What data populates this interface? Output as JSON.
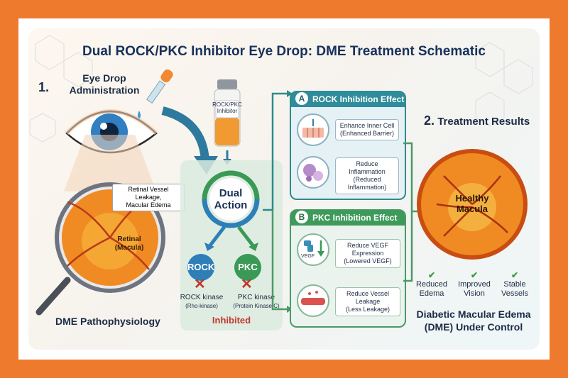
{
  "title": "Dual ROCK/PKC Inhibitor Eye Drop: DME Treatment Schematic",
  "step1": {
    "number": "1.",
    "label_line1": "Eye Drop",
    "label_line2": "Administration"
  },
  "pathophysiology": {
    "callout_line1": "Retinal Vessel Leakage,",
    "callout_line2": "Macular Edema",
    "retina_line1": "Retinal",
    "retina_line2": "(Macula)",
    "footer": "DME Pathophysiology"
  },
  "vial": {
    "line1": "ROCK/PKC",
    "line2": "Inhibitor"
  },
  "dual_action": {
    "line1": "Dual",
    "line2": "Action"
  },
  "rock": {
    "badge": "ROCK",
    "name": "ROCK kinase",
    "sub": "(Rho-kinase)"
  },
  "pkc": {
    "badge": "PKC",
    "name": "PKC kinase",
    "sub": "(Protein Kinase C)"
  },
  "inhibited_label": "Inhibited",
  "panel_a": {
    "letter": "A",
    "title": "ROCK Inhibition Effect",
    "effect1_line1": "Enhance Inner Cell",
    "effect1_line2": "(Enhanced Barrier)",
    "effect2_line1": "Reduce Inflammation",
    "effect2_line2": "(Reduced",
    "effect2_line3": "Inflammation)"
  },
  "panel_b": {
    "letter": "B",
    "title": "PKC Inhibition Effect",
    "vegf_label": "VEGF",
    "effect1_line1": "Reduce VEGF Expression",
    "effect1_line2": "(Lowered VEGF)",
    "effect2_line1": "Reduce Vessel Leakage",
    "effect2_line2": "(Less Leakage)"
  },
  "step2": {
    "number": "2.",
    "label": "Treatment Results"
  },
  "healthy": {
    "line1": "Healthy",
    "line2": "Macula"
  },
  "results": [
    {
      "line1": "Reduced",
      "line2": "Edema"
    },
    {
      "line1": "Improved",
      "line2": "Vision"
    },
    {
      "line1": "Stable",
      "line2": "Vessels"
    }
  ],
  "conclusion": {
    "line1": "Diabetic Macular Edema",
    "line2": "(DME) Under Control"
  },
  "colors": {
    "title": "#17315a",
    "rock": "#2e7fb8",
    "pkc": "#3a9a55",
    "inhibited": "#c0392b",
    "retina": "#e87a1c"
  }
}
